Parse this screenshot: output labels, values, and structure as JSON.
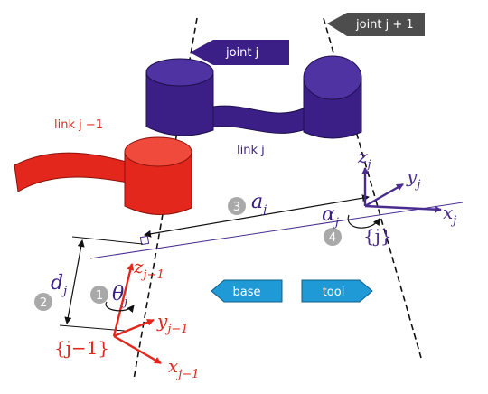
{
  "colors": {
    "link_prev": "#e3271c",
    "link_curr": "#3b1f86",
    "frame_prev": "#e3271c",
    "frame_curr": "#4a2c8f",
    "axis_line": "#111111",
    "label_dark": "#4d4d4d",
    "step_circle": "#a9a9a9",
    "nav_fill": "#1f9ad6"
  },
  "labels": {
    "joint_j_callout": "joint j",
    "joint_j1_callout": "joint j + 1",
    "link_prev": "link j −1",
    "link_curr": "link j",
    "frame_prev": "{j−1}",
    "frame_curr": "{j}"
  },
  "axes_prev": {
    "z": "z",
    "z_sub": "j−1",
    "y": "y",
    "y_sub": "j−1",
    "x": "x",
    "x_sub": "j−1"
  },
  "axes_curr": {
    "z": "z",
    "z_sub": "j",
    "y": "y",
    "y_sub": "j",
    "x": "x",
    "x_sub": "j"
  },
  "params": {
    "theta": "θ",
    "theta_sub": "j",
    "d": "d",
    "d_sub": "j",
    "a": "a",
    "a_sub": "j",
    "alpha": "α",
    "alpha_sub": "j"
  },
  "steps": [
    "1",
    "2",
    "3",
    "4"
  ],
  "nav": {
    "back_label": "base",
    "forward_label": "tool"
  }
}
